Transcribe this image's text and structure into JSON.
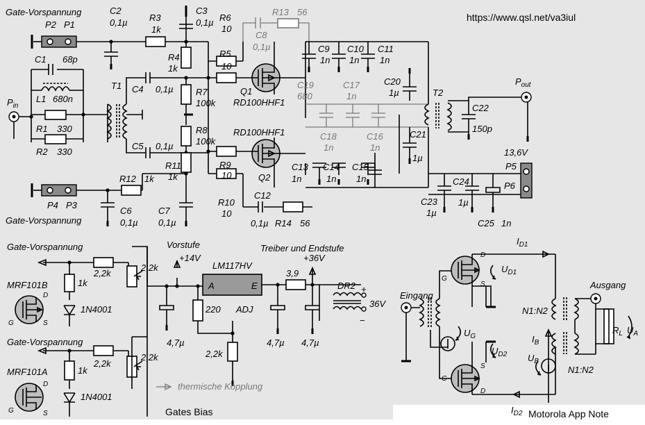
{
  "url": "https://www.qsl.net/va3iul",
  "top": {
    "gate_bias_1": "Gate-Vorspannung",
    "gate_bias_2": "Gate-Vorspannung",
    "p1": "P1",
    "p2": "P2",
    "p3": "P3",
    "p4": "P4",
    "p5": "P5",
    "p6": "P6",
    "voltage": "13,6V",
    "c1": "C1",
    "c1_val": "68p",
    "l1": "L1",
    "l1_val": "680n",
    "r1": "R1",
    "r1_val": "330",
    "r2": "R2",
    "r2_val": "330",
    "pin": "P",
    "pin_sub": "in",
    "t1": "T1",
    "c2": "C2",
    "c2_val": "0,1µ",
    "r3": "R3",
    "r3_val": "1k",
    "c3": "C3",
    "c3_val": "0,1µ",
    "r4": "R4",
    "r4_val": "1k",
    "c4": "C4",
    "c4_val": "0,1µ",
    "c5": "C5",
    "c5_val": "0,1µ",
    "r7": "R7",
    "r7_val": "100k",
    "r8": "R8",
    "r8_val": "100k",
    "r11": "R11",
    "r11_val": "1k",
    "r12": "R12",
    "r12_val": "1k",
    "c6": "C6",
    "c6_val": "0,1µ",
    "c7": "C7",
    "c7_val": "0,1µ",
    "r5": "R5",
    "r5_val": "10",
    "r6": "R6",
    "r6_val": "10",
    "r9": "R9",
    "r9_val": "10",
    "r10": "R10",
    "r10_val": "10",
    "c8": "C8",
    "c8_val": "0,1µ",
    "r13": "R13",
    "r13_val": "56",
    "c9": "C9",
    "c9_val": "1n",
    "c10": "C10",
    "c10_val": "1n",
    "c11": "C11",
    "c11_val": "1n",
    "q1": "Q1",
    "q1_type": "RD100HHF1",
    "q2": "Q2",
    "q2_type": "RD100HHF1",
    "c19": "C19",
    "c19_val": "680",
    "c17": "C17",
    "c17_val": "1n",
    "c18": "C18",
    "c18_val": "1n",
    "c16": "C16",
    "c16_val": "1n",
    "c20": "C20",
    "c20_val": "1µ",
    "c21": "C21",
    "c21_val": "1µ",
    "t2": "T2",
    "c22": "C22",
    "c22_val": "150p",
    "pout": "P",
    "pout_sub": "out",
    "c13": "C13",
    "c13_val": "1n",
    "c14": "C14",
    "c14_val": "1n",
    "c15": "C15",
    "c15_val": "1n",
    "c12": "C12",
    "c12_val": "0,1µ",
    "r14": "R14",
    "r14_val": "56",
    "c23": "C23",
    "c23_val": "1µ",
    "c24": "C24",
    "c24_val": "1µ",
    "c25": "C25",
    "c25_val": "1n"
  },
  "bias": {
    "gate_bias_1": "Gate-Vorspannung",
    "gate_bias_2": "Gate-Vorspannung",
    "mrf_b": "MRF101B",
    "mrf_a": "MRF101A",
    "r1k_a": "1k",
    "r1k_b": "1k",
    "diode_a": "1N4001",
    "diode_b": "1N4001",
    "r22k_1": "2,2k",
    "pot_1": "2,2k",
    "r22k_2": "2,2k",
    "pot_2": "2,2k",
    "vorstufe": "Vorstufe",
    "v14": "+14V",
    "regulator": "LM117HV",
    "reg_a": "A",
    "reg_e": "E",
    "reg_adj": "ADJ",
    "r220": "220",
    "c47_1": "4,7µ",
    "c47_2": "4,7µ",
    "c47_3": "4,7µ",
    "r_adj": "2,2k",
    "treiber": "Treiber und Endstufe",
    "v36": "+36V",
    "r39": "3,9",
    "dr2": "DR2",
    "v36_out": "36V",
    "plus": "+",
    "minus": "−",
    "thermal": "thermische Kopplung",
    "caption": "Gates Bias"
  },
  "motorola": {
    "eingang": "Eingang",
    "ausgang": "Ausgang",
    "n_top": "N1:N2",
    "n_bot": "N1:N2",
    "ug": "U",
    "ug_sub": "G",
    "ub": "U",
    "ub_sub": "B",
    "ib": "I",
    "ib_sub": "B",
    "id1": "I",
    "id1_sub": "D1",
    "id2": "I",
    "id2_sub": "D2",
    "ud1": "U",
    "ud1_sub": "D1",
    "ud2": "U",
    "ud2_sub": "D2",
    "ua": "U",
    "ua_sub": "A",
    "rl": "R",
    "rl_sub": "L",
    "g": "G",
    "d": "D",
    "s": "S",
    "caption": "Motorola App Note"
  }
}
